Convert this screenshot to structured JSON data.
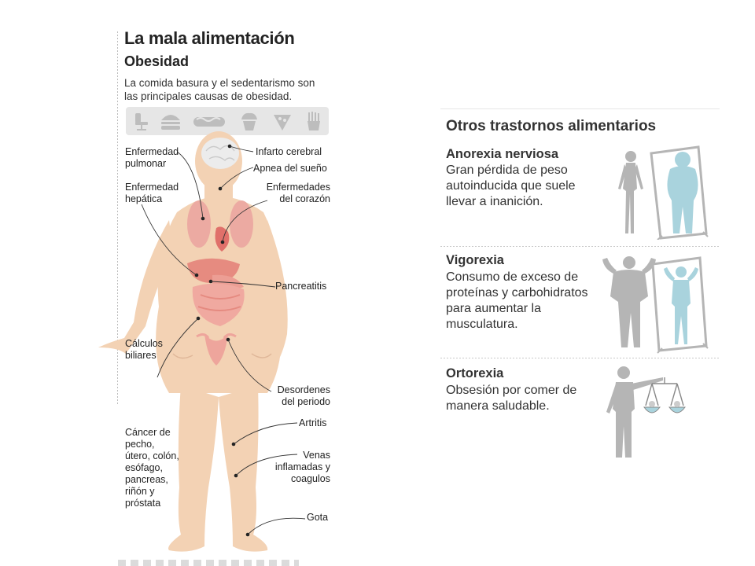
{
  "left": {
    "title": "La mala alimentación",
    "subtitle": "Obesidad",
    "intro": "La comida basura y el sedentarismo son las principales causas de obesidad.",
    "icons": [
      "desk-chair-icon",
      "burger-icon",
      "hotdog-icon",
      "muffin-icon",
      "pizza-icon",
      "fries-icon"
    ],
    "labels": {
      "pulmonar": "Enfermedad pulmonar",
      "hepatica": "Enfermedad hepática",
      "infarto": "Infarto cerebral",
      "apnea": "Apnea del sueño",
      "corazon": "Enfermedades del corazón",
      "pancreatitis": "Pancreatitis",
      "calculos": "Cálculos biliares",
      "desordenes": "Desordenes del periodo",
      "artritis": "Artritis",
      "venas": "Venas inflamadas y coagulos",
      "cancer": "Cáncer de pecho, útero, colón, esófago, pancreas, riñón y próstata",
      "gota": "Gota"
    }
  },
  "right": {
    "title": "Otros trastornos alimentarios",
    "items": [
      {
        "name": "Anorexia nerviosa",
        "desc": "Gran pérdida de peso autoinducida que suele llevar a inanición."
      },
      {
        "name": "Vigorexia",
        "desc": "Consumo de exceso de proteínas y carbohidratos para aumentar la musculatura."
      },
      {
        "name": "Ortorexia",
        "desc": "Obsesión por comer de manera saludable."
      }
    ]
  },
  "colors": {
    "skin": "#f3d2b4",
    "organ": "#e99a92",
    "mirror": "#a9d3dd",
    "silhouette": "#b5b5b5"
  }
}
